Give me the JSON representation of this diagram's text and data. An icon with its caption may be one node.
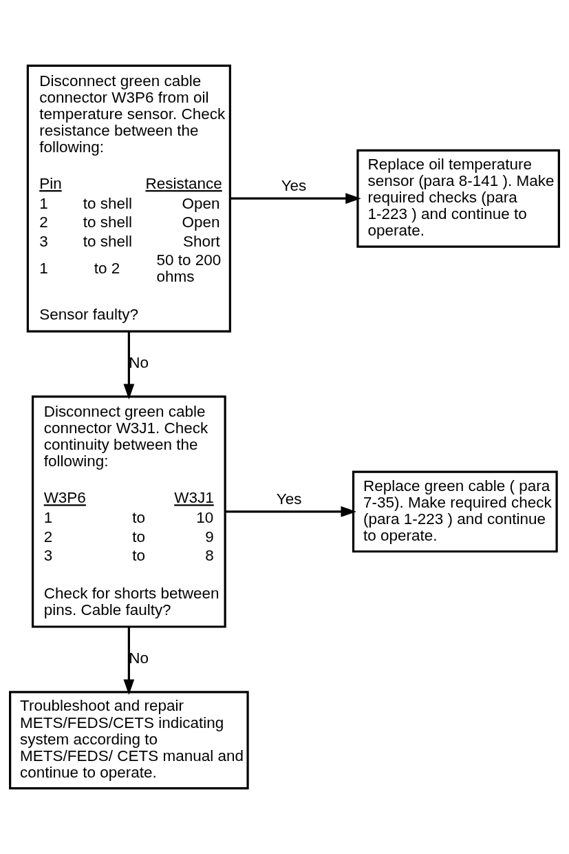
{
  "diagram": {
    "nodes": [
      {
        "text": [
          "Disconnect green cable connector W3P6 from oil temperature sensor. Check resistance between the following:",
          "Pin",
          "Resistance",
          "1",
          "to shell",
          "Open",
          "2",
          "to shell",
          "Open",
          "3",
          "to shell",
          "Short",
          "1",
          "to 2",
          "50 to 200 ohms",
          "Sensor faulty?"
        ]
      },
      {
        "text": [
          "Replace oil temperature sensor (para 8-141 ). Make required checks (para 1-223 ) and continue to operate."
        ]
      },
      {
        "text": [
          "Disconnect green cable connector W3J1. Check continuity between the following:",
          "W3P6",
          "W3J1",
          "1",
          "to",
          "10",
          "2",
          "to",
          "9",
          "3",
          "to",
          "8",
          "Check for shorts between pins. Cable faulty?"
        ]
      },
      {
        "text": [
          "Replace green cable ( para 7-35). Make required check (para 1-223 ) and continue to operate."
        ]
      },
      {
        "text": [
          "Troubleshoot and repair METS/FEDS/CETS indicating system according to METS/FEDS/ CETS manual and continue to operate."
        ]
      }
    ],
    "edges": [
      {
        "from": 0,
        "to": 1,
        "arrow": "to",
        "label": "Yes"
      },
      {
        "from": 0,
        "to": 2,
        "arrow": "to",
        "label": "No"
      },
      {
        "from": 2,
        "to": 3,
        "arrow": "to",
        "label": "Yes"
      },
      {
        "from": 2,
        "to": 4,
        "arrow": "to",
        "label": "No"
      }
    ]
  }
}
